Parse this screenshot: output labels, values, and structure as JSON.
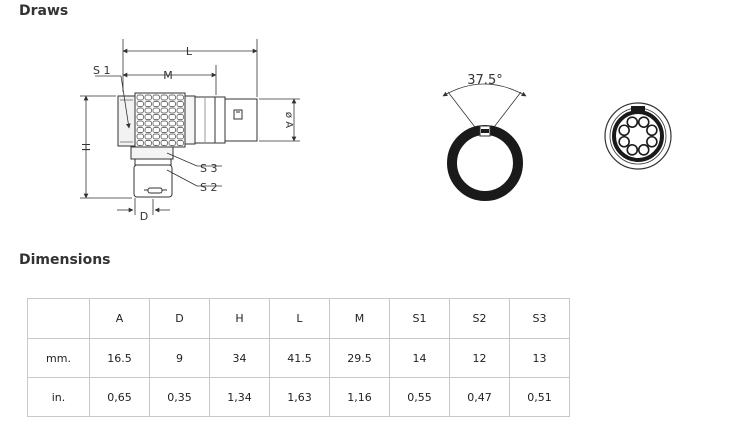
{
  "headings": {
    "draws": "Draws",
    "dimensions": "Dimensions"
  },
  "drawing": {
    "labels": {
      "L": "L",
      "M": "M",
      "S1": "S 1",
      "H": "H",
      "A": "ø A",
      "S3": "S 3",
      "S2": "S 2",
      "D": "D"
    },
    "angle": "37.5°"
  },
  "table": {
    "columns": [
      "A",
      "D",
      "H",
      "L",
      "M",
      "S1",
      "S2",
      "S3"
    ],
    "rows": [
      {
        "unit": "mm.",
        "values": [
          "16.5",
          "9",
          "34",
          "41.5",
          "29.5",
          "14",
          "12",
          "13"
        ]
      },
      {
        "unit": "in.",
        "values": [
          "0,65",
          "0,35",
          "1,34",
          "1,63",
          "1,16",
          "0,55",
          "0,47",
          "0,51"
        ]
      }
    ]
  }
}
